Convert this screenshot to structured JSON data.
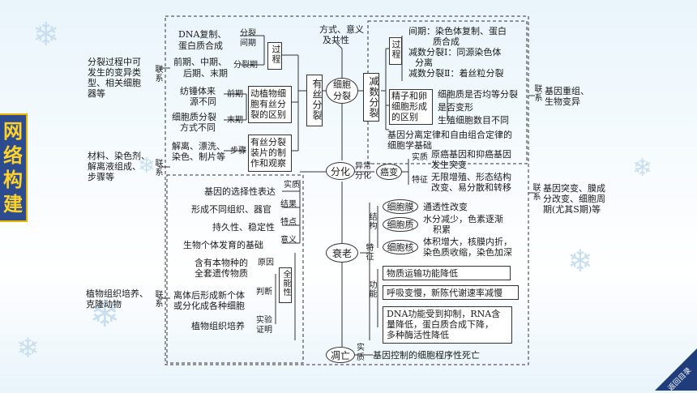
{
  "side_title": [
    "网",
    "络",
    "构",
    "建"
  ],
  "back_button": "返回目录",
  "center": {
    "cell_division": "细胞分裂",
    "differentiation": "分化",
    "aging": "衰老",
    "apoptosis": "凋亡"
  },
  "left_labels": {
    "ld1": [
      "分裂过程中可",
      "发生的变异类",
      "型、相关细胞",
      "器等"
    ],
    "ld2": [
      "材料、染色剂、",
      "解离液组成、",
      "步骤等"
    ],
    "ld3": [
      "植物组织培养、",
      "克隆动物"
    ],
    "link": "联系"
  },
  "right_labels": {
    "rd1": [
      "基因重组、",
      "生物变异"
    ],
    "rd2": [
      "基因突变、膜成",
      "分改变、细胞周",
      "期(尤其S期)等"
    ],
    "link": "联系"
  },
  "mitosis": {
    "title": "有丝分裂",
    "process": "过程",
    "dna": "DNA复制、",
    "protein": "蛋白质合成",
    "interphase_label": "分裂间期",
    "phases1": "前期、中期、",
    "phases2": "后期、末期",
    "division_label": "分裂期",
    "diff_animal_plant": [
      "动植物细",
      "胞有丝分",
      "裂的区别"
    ],
    "spindle": [
      "纺锤体来",
      "源不同"
    ],
    "cytoplasm": [
      "细胞质分裂",
      "方式不同"
    ],
    "prophase": "前期",
    "telophase": "末期",
    "slides": [
      "有丝分裂",
      "装片的制",
      "作和观察"
    ],
    "steps": [
      "解离、漂洗、",
      "染色、制片等"
    ],
    "steps_label": "步骤"
  },
  "meiosis": {
    "title": "减数分裂",
    "top": [
      "方式、意义",
      "及共性"
    ],
    "process": "过程",
    "items": [
      "间期：染色体复制、蛋白",
      "质合成",
      "减数分裂Ⅰ：同源染色体",
      "分离",
      "减数分裂Ⅱ：着丝粒分裂"
    ],
    "sperm_egg": [
      "精子和卵",
      "细胞形成",
      "的区别"
    ],
    "diffs": [
      "细胞质是否均等分裂",
      "是否变形",
      "生殖细胞数目不同"
    ],
    "genetics": [
      "基因分离定律和自由组合定律的",
      "细胞学基础"
    ]
  },
  "differentiation": {
    "substance": "实质",
    "substance_text": "基因的选择性表达",
    "result": "结果",
    "result_text": "形成不同组织、器官",
    "feature": "特点",
    "feature_text": "持久性、稳定性",
    "meaning": "意义",
    "meaning_text": "生物个体发育的基础",
    "abnormal": "异常分化",
    "cancer": "癌变",
    "c_substance": "实质",
    "c_substance_text": [
      "原癌基因和抑癌基因",
      "发生突变"
    ],
    "c_feature": "特征",
    "c_feature_text": [
      "无限增殖、形态结构",
      "改变、易分散和转移"
    ]
  },
  "totipotency": {
    "title": "全能性",
    "reason": "原因",
    "reason_text": [
      "含有本物种的",
      "全套遗传物质"
    ],
    "judge": "判断",
    "judge_text": [
      "离体后形成新个体",
      "或分化成各种细胞"
    ],
    "proof": "实验证明",
    "proof_text": "植物组织培养"
  },
  "aging": {
    "structure": "结构",
    "feature": "特征",
    "function": "功能",
    "membrane": "细胞膜",
    "membrane_text": "通透性改变",
    "cytoplasm": "细胞质",
    "cytoplasm_text": [
      "水分减少，色素逐渐",
      "积累"
    ],
    "nucleus": "细胞核",
    "nucleus_text": [
      "体积增大，核膜内折，",
      "染色质收缩，染色加深"
    ],
    "f1": "物质运输功能降低",
    "f2": "呼吸变慢，新陈代谢速率减慢",
    "f3": [
      "DNA功能受到抑制，RNA含",
      "量降低，蛋白质合成下降，",
      "多种酶活性降低"
    ]
  },
  "apoptosis": {
    "substance": "实质",
    "text": "基因控制的细胞程序性死亡"
  }
}
